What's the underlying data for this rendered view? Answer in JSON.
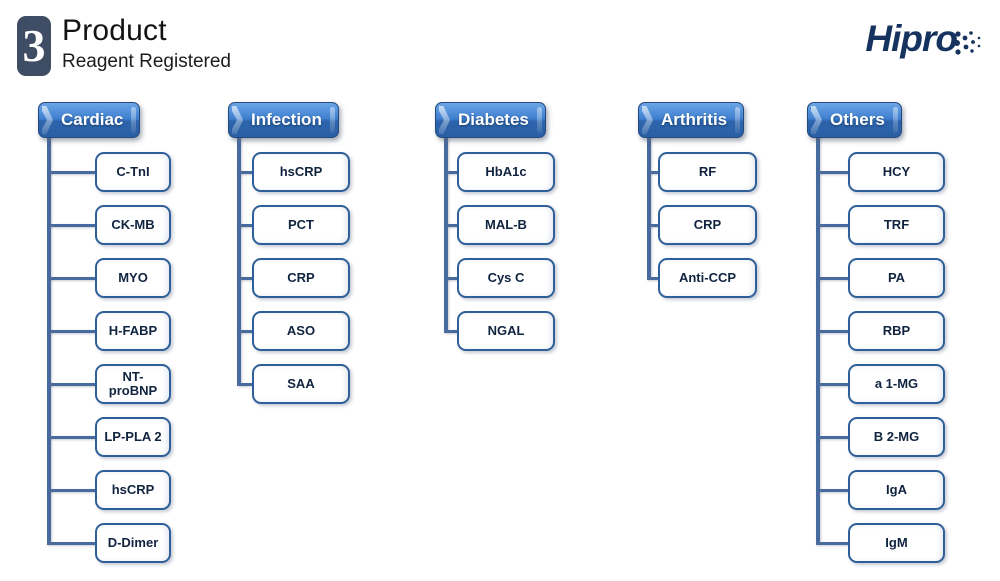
{
  "header": {
    "number": "3",
    "title": "Product",
    "subtitle": "Reagent Registered",
    "logo": "Hipro"
  },
  "colors": {
    "category_gradient_top": "#6ba6e6",
    "category_gradient_bottom": "#2a5fa4",
    "category_border": "#24497c",
    "connector": "#476b9e",
    "node_border": "#2f5f98",
    "node_text": "#10233f",
    "badge_background": "#3e4d63",
    "logo_navy": "#16325f",
    "title_text": "#131313"
  },
  "categories": [
    {
      "label": "Cardiac",
      "items": [
        "C-TnI",
        "CK-MB",
        "MYO",
        "H-FABP",
        "NT-proBNP",
        "LP-PLA 2",
        "hsCRP",
        "D-Dimer"
      ]
    },
    {
      "label": "Infection",
      "items": [
        "hsCRP",
        "PCT",
        "CRP",
        "ASO",
        "SAA"
      ]
    },
    {
      "label": "Diabetes",
      "items": [
        "HbA1c",
        "MAL-B",
        "Cys C",
        "NGAL"
      ]
    },
    {
      "label": "Arthritis",
      "items": [
        "RF",
        "CRP",
        "Anti-CCP"
      ]
    },
    {
      "label": "Others",
      "items": [
        "HCY",
        "TRF",
        "PA",
        "RBP",
        "a 1-MG",
        "B 2-MG",
        "IgA",
        "IgM"
      ]
    }
  ]
}
